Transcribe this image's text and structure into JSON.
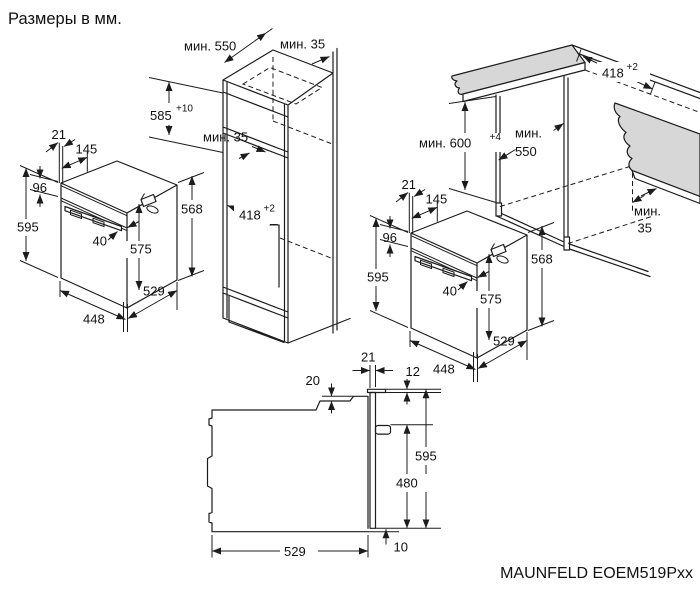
{
  "title": "Размеры в мм.",
  "footer": {
    "model": "MAUNFELD EOEM519Pxx"
  },
  "colors": {
    "line": "#1c1c1c",
    "panel_fill": "#d7d7d7",
    "background": "#ffffff"
  },
  "oven": {
    "front_gap": "21",
    "top_depth": "145",
    "panel_height": "96",
    "height": "595",
    "handle_depth": "40",
    "door_height": "575",
    "width": "448",
    "depth": "529",
    "body_height": "568"
  },
  "column_diagram": {
    "depth_min": "мин. 550",
    "wall_gap_min": "мин. 35",
    "niche_height": "585",
    "niche_height_tol": "+10",
    "rear_gap_min": "мин. 35",
    "lower_niche": "418",
    "lower_niche_tol": "+2"
  },
  "base_diagram": {
    "cutout_depth": "418",
    "cutout_depth_tol": "+2",
    "niche_height_min": "мин. 600",
    "niche_height_tol": "+4",
    "depth_min_word": "мин.",
    "depth_min_value": "550",
    "side_gap_word": "мин.",
    "side_gap_value": "35"
  },
  "side_view": {
    "door_thickness": "21",
    "top_step": "20",
    "top_offset": "12",
    "height": "595",
    "rear_height": "480",
    "depth": "529",
    "bottom_gap": "10"
  }
}
